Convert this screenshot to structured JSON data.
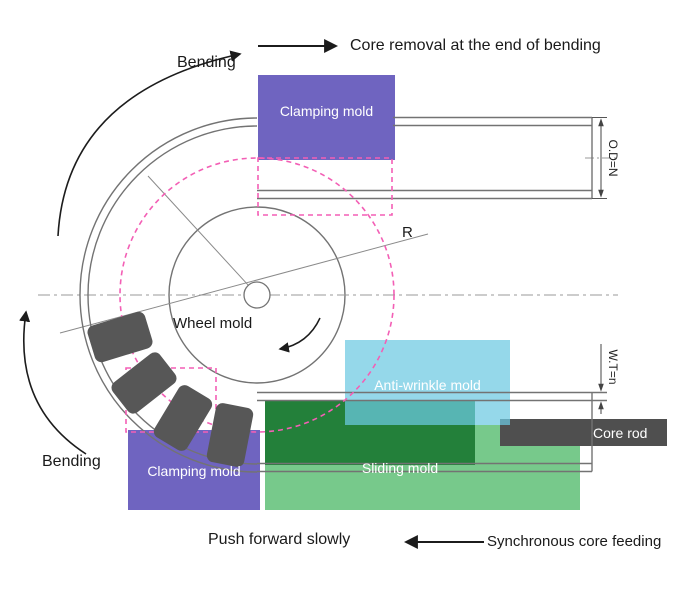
{
  "diagram": {
    "top": {
      "bending": "Bending",
      "core_removal": "Core removal at the end of bending"
    },
    "molds": {
      "clamping_top": "Clamping mold",
      "wheel": "Wheel mold",
      "anti_wrinkle": "Anti-wrinkle mold",
      "sliding": "Sliding mold",
      "clamping_bottom": "Clamping mold",
      "core_rod": "Core rod"
    },
    "dimensions": {
      "radius": "R",
      "outer_diameter": "O.D=N",
      "wall_thickness": "W.T=n"
    },
    "bottom": {
      "bending": "Bending",
      "push_forward": "Push forward slowly",
      "sync_feeding": "Synchronous core feeding"
    },
    "colors": {
      "clamping_mold": "#6f64c0",
      "anti_wrinkle_mold": "#8fd8e9",
      "sliding_mold_dark": "#23803a",
      "sliding_mold_light": "#77c98b",
      "core_rod": "#4f4f4f",
      "guide_pink": "#f35fb5",
      "pipe_line": "#737373"
    }
  }
}
